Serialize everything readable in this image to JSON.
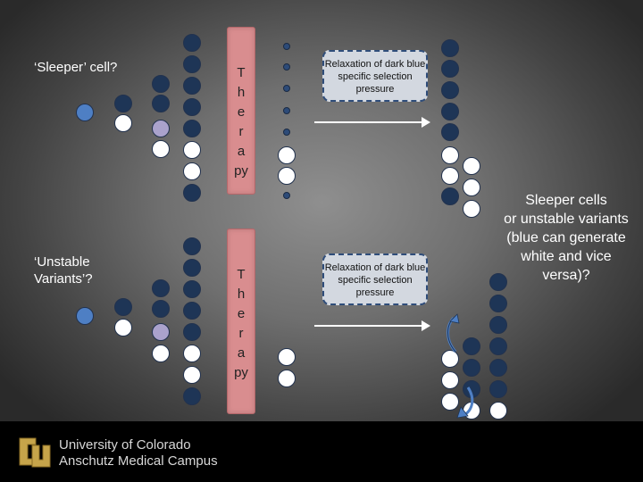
{
  "labels": {
    "sleeper": "‘Sleeper’ cell?",
    "unstable_line1": "‘Unstable",
    "unstable_line2": "Variants’?"
  },
  "therapy_label": "T\nh\ne\nr\na\npy",
  "selection_box_text": "Relaxation of dark blue specific selection pressure",
  "note_lines": [
    "Sleeper cells",
    "or unstable variants",
    "(blue can generate",
    "white and vice",
    "versa)?"
  ],
  "footer": {
    "line1": "University of Colorado",
    "line2": "Anschutz Medical Campus"
  },
  "colors": {
    "navy": "#1e3556",
    "mid_blue": "#4e7fc4",
    "lavender": "#aaa2cc",
    "white": "#ffffff",
    "therapy_fill": "#d98d8f",
    "box_fill": "#d3d8e0",
    "logo_gold": "#c6a44a"
  },
  "icons": [
    "cu-logo-icon",
    "right-arrow-icon",
    "curved-arrow-icon"
  ]
}
